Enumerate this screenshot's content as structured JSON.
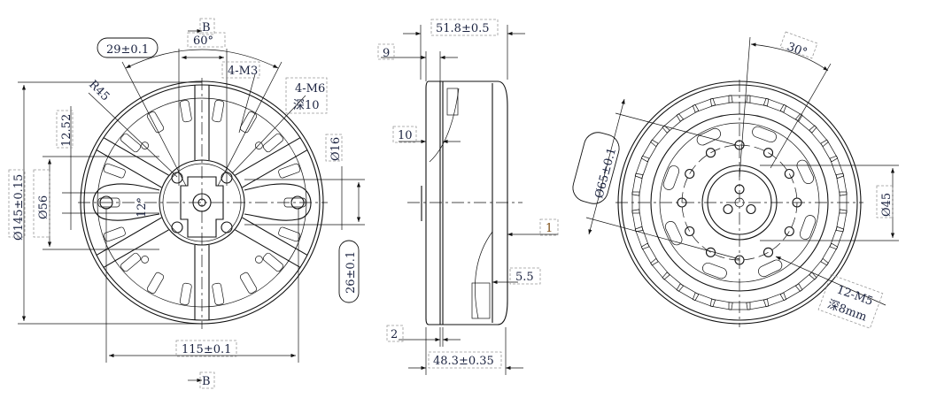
{
  "front_view": {
    "section_mark": "B",
    "dim_29": "29±0.1",
    "angle_60": "60°",
    "thread_m3": "4-M3",
    "thread_m6": "4-M6",
    "depth_m6": "深10",
    "radius": "R45",
    "dim_12_52": "12.52",
    "dia_145": "Ø145±0.15",
    "dia_56": "Ø56",
    "angle_12": "12°",
    "dia_16": "Ø16",
    "dim_26": "26±0.1",
    "dim_115": "115±0.1"
  },
  "side_view": {
    "dim_51_8": "51.8±0.5",
    "dim_9": "9",
    "dim_10": "10",
    "dim_1": "1",
    "dim_5_5": "5.5",
    "dim_2": "2",
    "dim_48_3": "48.3±0.35"
  },
  "rear_view": {
    "angle_30": "30°",
    "dia_65": "Ø65±0.1",
    "dia_45": "Ø45",
    "thread_m5": "12-M5",
    "depth_m5": "深8mm"
  }
}
